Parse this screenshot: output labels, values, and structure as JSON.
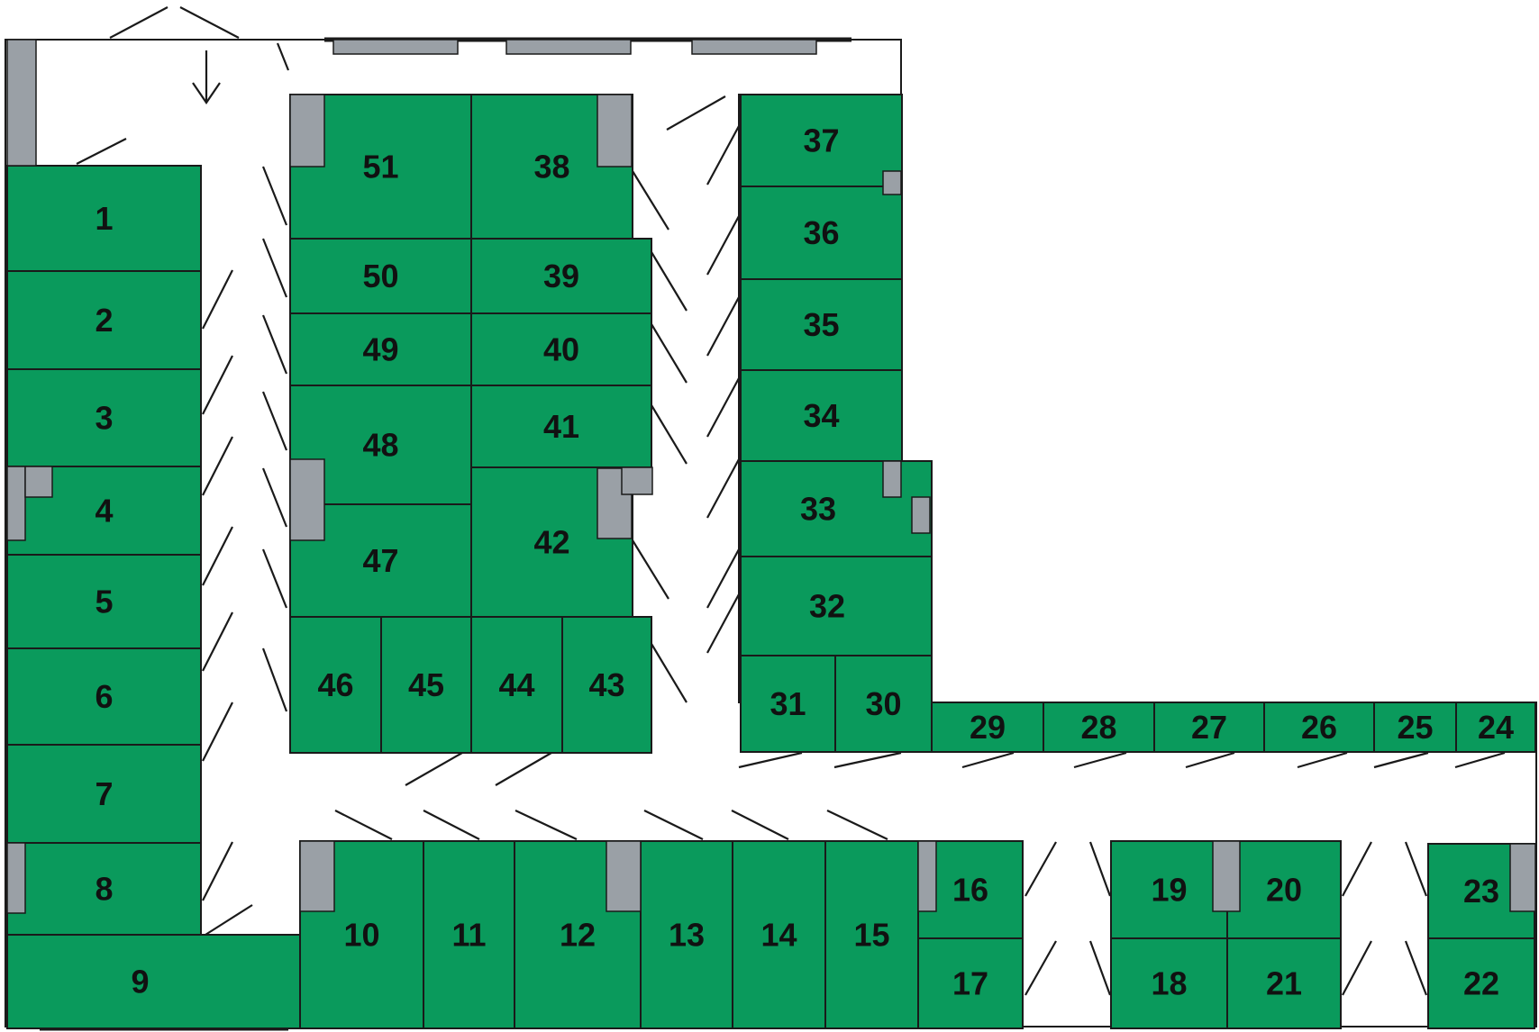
{
  "plan": {
    "colors": {
      "space": "#0a9a5c",
      "pillar": "#9aa0a6",
      "line": "#1a1a1a",
      "background": "#ffffff"
    },
    "entrance_icon": "arrow-down-icon",
    "spaces": [
      {
        "id": "1",
        "label": "1"
      },
      {
        "id": "2",
        "label": "2"
      },
      {
        "id": "3",
        "label": "3"
      },
      {
        "id": "4",
        "label": "4"
      },
      {
        "id": "5",
        "label": "5"
      },
      {
        "id": "6",
        "label": "6"
      },
      {
        "id": "7",
        "label": "7"
      },
      {
        "id": "8",
        "label": "8"
      },
      {
        "id": "9",
        "label": "9"
      },
      {
        "id": "10",
        "label": "10"
      },
      {
        "id": "11",
        "label": "11"
      },
      {
        "id": "12",
        "label": "12"
      },
      {
        "id": "13",
        "label": "13"
      },
      {
        "id": "14",
        "label": "14"
      },
      {
        "id": "15",
        "label": "15"
      },
      {
        "id": "16",
        "label": "16"
      },
      {
        "id": "17",
        "label": "17"
      },
      {
        "id": "18",
        "label": "18"
      },
      {
        "id": "19",
        "label": "19"
      },
      {
        "id": "20",
        "label": "20"
      },
      {
        "id": "21",
        "label": "21"
      },
      {
        "id": "22",
        "label": "22"
      },
      {
        "id": "23",
        "label": "23"
      },
      {
        "id": "24",
        "label": "24"
      },
      {
        "id": "25",
        "label": "25"
      },
      {
        "id": "26",
        "label": "26"
      },
      {
        "id": "27",
        "label": "27"
      },
      {
        "id": "28",
        "label": "28"
      },
      {
        "id": "29",
        "label": "29"
      },
      {
        "id": "30",
        "label": "30"
      },
      {
        "id": "31",
        "label": "31"
      },
      {
        "id": "32",
        "label": "32"
      },
      {
        "id": "33",
        "label": "33"
      },
      {
        "id": "34",
        "label": "34"
      },
      {
        "id": "35",
        "label": "35"
      },
      {
        "id": "36",
        "label": "36"
      },
      {
        "id": "37",
        "label": "37"
      },
      {
        "id": "38",
        "label": "38"
      },
      {
        "id": "39",
        "label": "39"
      },
      {
        "id": "40",
        "label": "40"
      },
      {
        "id": "41",
        "label": "41"
      },
      {
        "id": "42",
        "label": "42"
      },
      {
        "id": "43",
        "label": "43"
      },
      {
        "id": "44",
        "label": "44"
      },
      {
        "id": "45",
        "label": "45"
      },
      {
        "id": "46",
        "label": "46"
      },
      {
        "id": "47",
        "label": "47"
      },
      {
        "id": "48",
        "label": "48"
      },
      {
        "id": "49",
        "label": "49"
      },
      {
        "id": "50",
        "label": "50"
      },
      {
        "id": "51",
        "label": "51"
      }
    ]
  }
}
